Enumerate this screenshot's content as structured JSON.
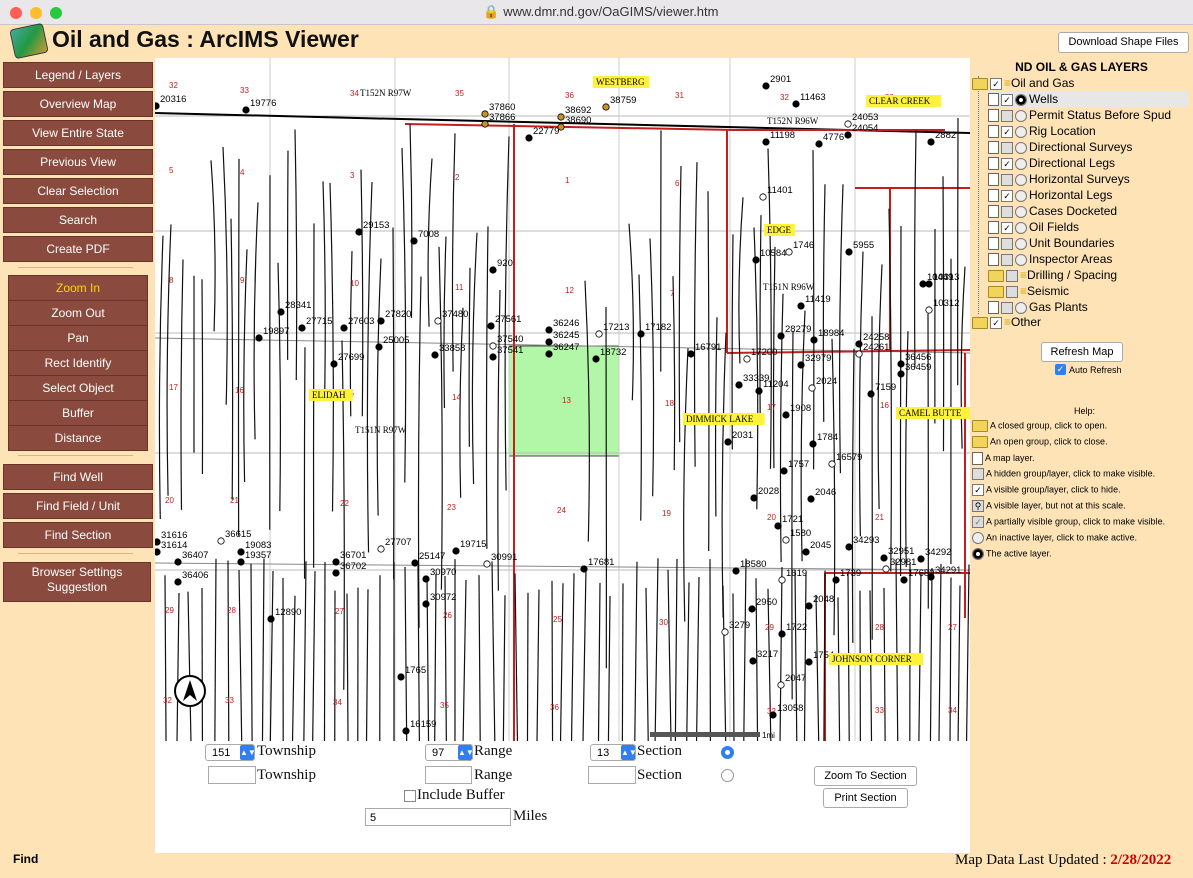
{
  "browser": {
    "url": "www.dmr.nd.gov/OaGIMS/viewer.htm"
  },
  "app": {
    "title": "Oil and Gas : ArcIMS Viewer",
    "download_label": "Download Shape Files"
  },
  "nav": {
    "buttons": [
      "Legend / Layers",
      "Overview Map",
      "View Entire State",
      "Previous View",
      "Clear Selection",
      "Search",
      "Create PDF"
    ],
    "tools": [
      "Zoom In",
      "Zoom Out",
      "Pan",
      "Rect Identify",
      "Select Object",
      "Buffer",
      "Distance"
    ],
    "find": [
      "Find Well",
      "Find Field / Unit",
      "Find Section"
    ],
    "settings": "Browser Settings Suggestion"
  },
  "map": {
    "field_labels": [
      "WESTBERG",
      "CLEAR CREEK",
      "EDGE",
      "ELIDAH",
      "DIMMICK LAKE",
      "CAMEL BUTTE",
      "JOHNSON CORNER"
    ],
    "township_labels": [
      "T152N R97W",
      "T152N R96W",
      "T151N R96W",
      "T151N R97W"
    ],
    "wells": [
      "20316",
      "19776",
      "37860",
      "37866",
      "38692",
      "38690",
      "38759",
      "22779",
      "2901",
      "11463",
      "24053",
      "24054",
      "11198",
      "4776",
      "2882",
      "11401",
      "29153",
      "7008",
      "920",
      "10584",
      "1746",
      "5955",
      "10313",
      "10449",
      "11419",
      "10312",
      "28341",
      "27715",
      "27603",
      "27820",
      "37480",
      "27561",
      "36246",
      "36245",
      "36247",
      "17213",
      "17182",
      "19897",
      "25005",
      "33858",
      "37540",
      "37541",
      "18732",
      "27699",
      "16791",
      "17200",
      "28279",
      "18984",
      "32979",
      "24258",
      "24261",
      "36456",
      "36459",
      "33339",
      "11204",
      "2024",
      "7159",
      "1908",
      "1784",
      "2031",
      "16579",
      "1757",
      "2028",
      "2046",
      "1721",
      "1580",
      "2045",
      "34293",
      "32951",
      "34292",
      "32981",
      "34291",
      "17680",
      "31616",
      "31614",
      "36615",
      "19083",
      "19357",
      "36407",
      "36406",
      "27707",
      "36701",
      "36702",
      "25147",
      "19715",
      "30991",
      "30970",
      "30972",
      "17681",
      "18580",
      "1619",
      "1739",
      "12890",
      "2950",
      "2048",
      "3279",
      "1722",
      "3217",
      "1754",
      "1765",
      "2047",
      "16159",
      "13058"
    ],
    "scale": "1mi"
  },
  "controls": {
    "township_value": "151",
    "township_label": "Township",
    "range_value": "97",
    "range_label": "Range",
    "section_value": "13",
    "section_label": "Section",
    "include_buffer": "Include Buffer",
    "miles_value": "5",
    "miles_label": "Miles",
    "zoom_section": "Zoom To Section",
    "print_section": "Print Section"
  },
  "layers": {
    "heading": "ND OIL & GAS LAYERS",
    "group_oil_gas": "Oil and Gas",
    "items": [
      "Wells",
      "Permit Status Before Spud",
      "Rig Location",
      "Directional Surveys",
      "Directional Legs",
      "Horizontal Surveys",
      "Horizontal Legs",
      "Cases Docketed",
      "Oil Fields",
      "Unit Boundaries",
      "Inspector Areas"
    ],
    "sub_groups": [
      "Drilling / Spacing",
      "Seismic",
      "Gas Plants"
    ],
    "group_other": "Other",
    "refresh": "Refresh Map",
    "auto_refresh": "Auto Refresh"
  },
  "help": {
    "title": "Help:",
    "items": [
      "A closed group, click to open.",
      "An open group, click to close.",
      "A map layer.",
      "A hidden group/layer, click to make visible.",
      "A visible group/layer, click to hide.",
      "A visible layer, but not at this scale.",
      "A partially visible group, click to make visible.",
      "An inactive layer, click to make active.",
      "The active layer."
    ]
  },
  "footer": {
    "find": "Find",
    "updated_label": "Map Data Last Updated : ",
    "updated_date": "2/28/2022"
  }
}
